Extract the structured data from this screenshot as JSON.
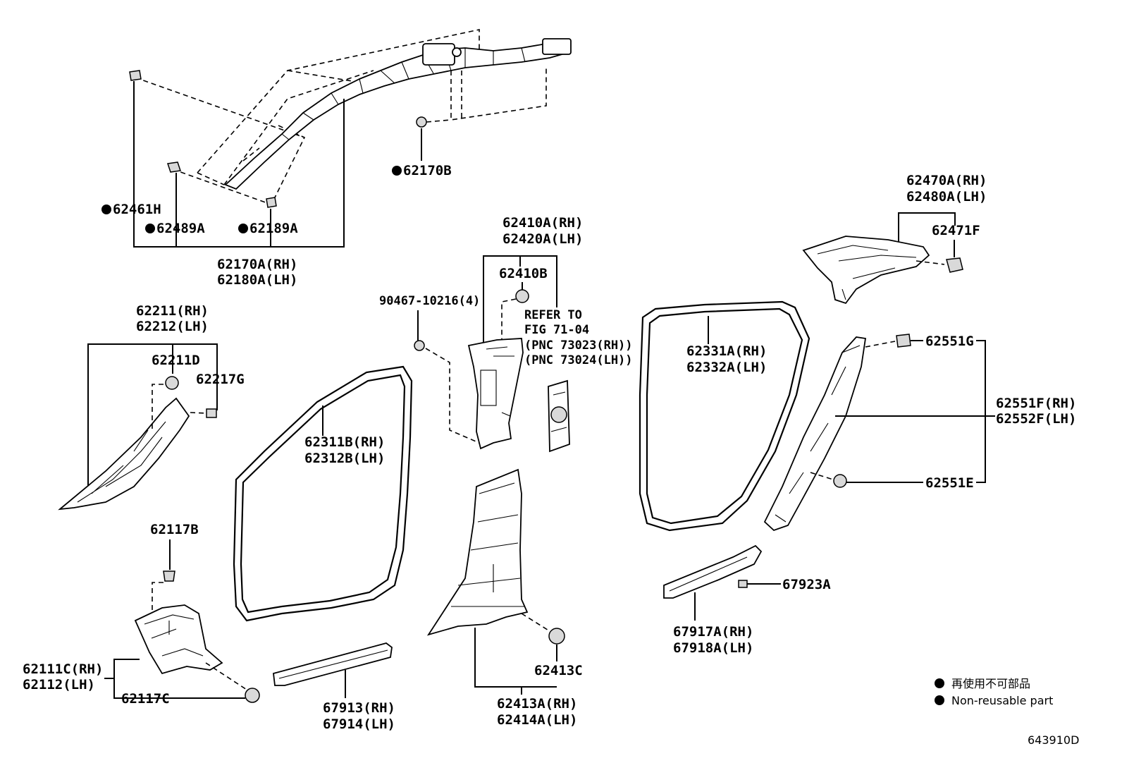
{
  "labels": {
    "p62170B": "62170B",
    "p62461H": "62461H",
    "p62489A": "62489A",
    "p62189A": "62189A",
    "p62170A_rh": "62170A(RH)",
    "p62180A_lh": "62180A(LH)",
    "p62211_rh": "62211(RH)",
    "p62212_lh": "62212(LH)",
    "p62211D": "62211D",
    "p62217G": "62217G",
    "p62117B": "62117B",
    "p62111C_rh": "62111C(RH)",
    "p62112_lh": "62112(LH)",
    "p62117C": "62117C",
    "p62311B_rh": "62311B(RH)",
    "p62312B_lh": "62312B(LH)",
    "p67913_rh": "67913(RH)",
    "p67914_lh": "67914(LH)",
    "p90467": "90467-10216(4)",
    "p62410A_rh": "62410A(RH)",
    "p62420A_lh": "62420A(LH)",
    "p62410B": "62410B",
    "refer_1": "REFER TO",
    "refer_2": "FIG 71-04",
    "refer_3": "(PNC 73023(RH))",
    "refer_4": "(PNC 73024(LH))",
    "p62413C": "62413C",
    "p62413A_rh": "62413A(RH)",
    "p62414A_lh": "62414A(LH)",
    "p62331A_rh": "62331A(RH)",
    "p62332A_lh": "62332A(LH)",
    "p62470A_rh": "62470A(RH)",
    "p62480A_lh": "62480A(LH)",
    "p62471F": "62471F",
    "p62551G": "62551G",
    "p62551F_rh": "62551F(RH)",
    "p62552F_lh": "62552F(LH)",
    "p62551E": "62551E",
    "p67923A": "67923A",
    "p67917A_rh": "67917A(RH)",
    "p67918A_lh": "67918A(LH)"
  },
  "legend": {
    "jp": "再使用不可部品",
    "en": "Non-reusable part"
  },
  "figure_number": "643910D"
}
